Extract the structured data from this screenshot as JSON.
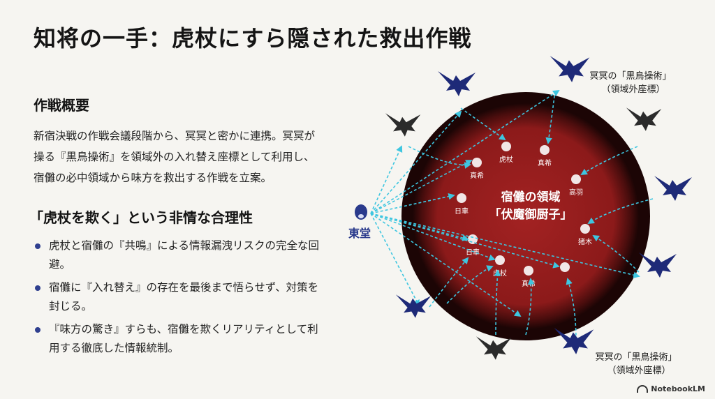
{
  "title": "知将の一手：虎杖にすら隠された救出作戦",
  "overview": {
    "heading": "作戦概要",
    "body": "新宿決戦の作戦会議段階から、冥冥と密かに連携。冥冥が操る『黒鳥操術』を領域外の入れ替え座標として利用し、宿儺の必中領域から味方を救出する作戦を立案。"
  },
  "rationale": {
    "heading": "「虎杖を欺く」という非情な合理性",
    "points": [
      "虎杖と宿儺の『共鳴』による情報漏洩リスクの完全な回避。",
      "宿儺に『入れ替え』の存在を最後まで悟らせず、対策を封じる。",
      "『味方の驚き』すらも、宿儺を欺くリアリティとして利用する徹底した情報統制。"
    ]
  },
  "diagram": {
    "domain": {
      "line1": "宿儺の領域",
      "line2": "「伏魔御厨子」"
    },
    "todo": "東堂",
    "label_top": {
      "line1": "冥冥の「黒鳥操術」",
      "line2": "（領域外座標）"
    },
    "label_bottom": {
      "line1": "冥冥の「黒鳥操術」",
      "line2": "（領域外座標）"
    },
    "characters": [
      "虎杖",
      "真希",
      "真希",
      "高羽",
      "日車",
      "日車",
      "虎杖",
      "真希",
      "猪木"
    ],
    "colors": {
      "domain": "#8c1a1a",
      "domain_rim": "#2a0808",
      "arrow": "#3ec6e0",
      "crow_blue": "#1e2a78",
      "crow_dark": "#2b2b2b"
    }
  },
  "brand": "NotebookLM"
}
